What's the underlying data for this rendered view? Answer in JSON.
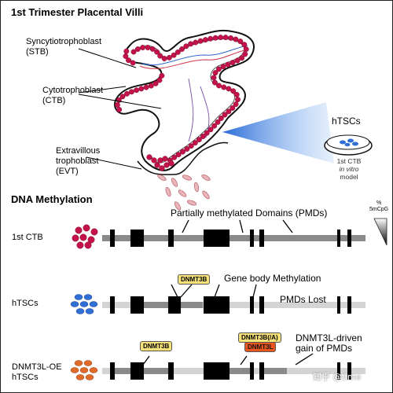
{
  "top_title": "1st Trimester Placental Villi",
  "labels": {
    "stb": "Syncytiotrophoblast",
    "stb_abbr": "(STB)",
    "ctb": "Cytotrophoblast",
    "ctb_abbr": "(CTB)",
    "evt1": "Extravillous",
    "evt2": "trophoblast",
    "evt_abbr": "(EVT)"
  },
  "htsc_panel": {
    "title": "hTSCs",
    "caption1": "1st CTB",
    "caption2": "in vitro",
    "caption3": "model"
  },
  "methylation_title": "DNA Methylation",
  "scale": {
    "pct": "%",
    "unit": "5mCpG"
  },
  "annotations": {
    "pmd": "Partially methylated Domains (PMDs)",
    "gene_body": "Gene body Methylation",
    "pmds_lost": "PMDs Lost",
    "dnmt3l_driven1": "DNMT3L-driven",
    "dnmt3l_driven2": "gain of PMDs"
  },
  "rows": [
    {
      "label1": "1st CTB",
      "label2": ""
    },
    {
      "label1": "hTSCs",
      "label2": ""
    },
    {
      "label1": "DNMT3L-OE",
      "label2": "hTSCs"
    }
  ],
  "tags": {
    "dnmt3b_row2": "DNMT3B",
    "dnmt3b_row3": "DNMT3B",
    "dnmt3b_a": "DNMT3B(/A)",
    "dnmt3l": "DNMT3L"
  },
  "watermark": "知乎 @time",
  "colors": {
    "villi_cell": "#c4124a",
    "htsc_cell": "#2f6fd6",
    "oe_cell": "#e06a2a",
    "evt_cell": "#e8b4b8",
    "track_dark": "#8a8a8a",
    "track_light": "#d4d4d4",
    "tag_yellow": "#f7e27a",
    "tag_red": "#e8561e"
  }
}
